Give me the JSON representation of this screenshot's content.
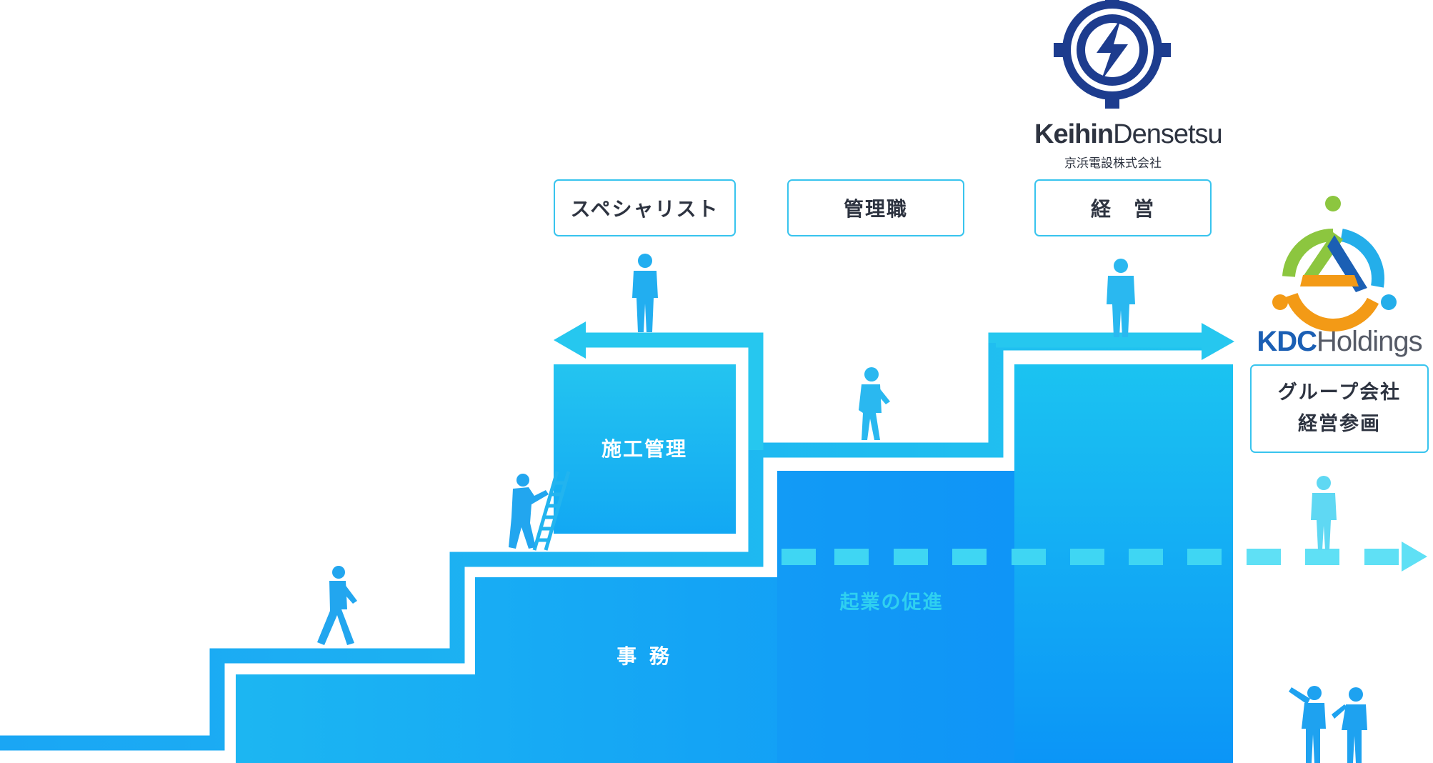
{
  "colors": {
    "step_light": "#1fb8f0",
    "step_mid": "#1ea4f5",
    "step_dark": "#0a90f8",
    "block_cyan_top": "#24c6f0",
    "block_cyan_bottom": "#0faaf2",
    "arrow_cyan": "#22c8ee",
    "dash": "#3fd6f3",
    "person": "#20a8ee",
    "person_light": "#3fd0f2",
    "box_border": "#38c4ee",
    "box_text": "#2d3340",
    "keihin_navy": "#1d3c8e",
    "kdc_blue": "#1b5fb4",
    "kdc_orange": "#f39a16",
    "kdc_green": "#8cc63f",
    "kdc_cyan": "#24aeea"
  },
  "labels": {
    "specialist": "スペシャリスト",
    "manager": "管理職",
    "management": "経　営",
    "group_line1": "グループ会社",
    "group_line2": "経営参画",
    "construction": "施工管理",
    "office": "事 務",
    "startup": "起業の促進"
  },
  "logos": {
    "keihin": {
      "icon": "keihin-emblem-icon",
      "name_bold": "Keihin",
      "name_light": "Densetsu",
      "name_ja": "京浜電設株式会社"
    },
    "kdc": {
      "icon": "kdc-holdings-emblem-icon",
      "name_bold": "KDC",
      "name_light": "Holdings"
    }
  },
  "icons": {
    "walking": "walking-person-icon",
    "climbing": "person-climbing-ladder-icon",
    "standing": "standing-worker-icon",
    "pointing": "workers-pointing-icon"
  }
}
